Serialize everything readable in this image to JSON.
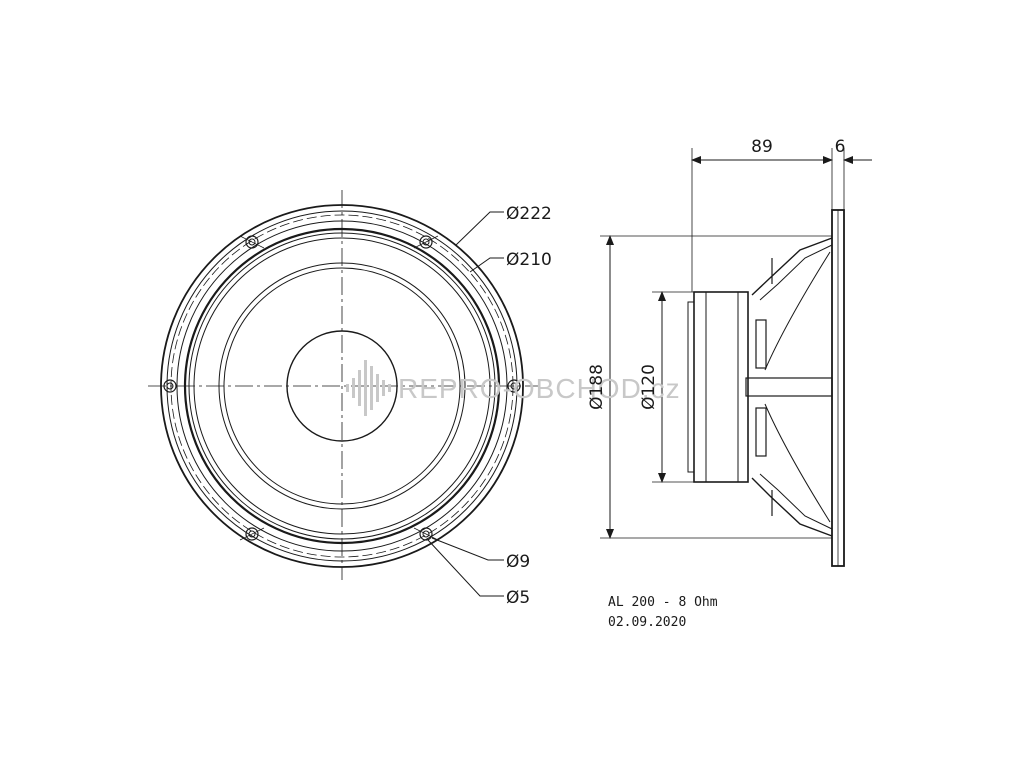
{
  "front_view": {
    "dimensions": {
      "outer_diameter": "Ø222",
      "rim_diameter": "Ø210",
      "hole_outer": "Ø9",
      "hole_inner": "Ø5"
    }
  },
  "side_view": {
    "dimensions": {
      "depth": "89",
      "flange": "6",
      "baffle_cutout": "Ø188",
      "magnet": "Ø120"
    }
  },
  "title_block": {
    "model": "AL 200 - 8 Ohm",
    "date": "02.09.2020"
  },
  "watermark": {
    "text": "REPRO-OBCHOD.cz"
  },
  "colors": {
    "line": "#1a1a1a",
    "watermark": "#c8c8c8"
  }
}
